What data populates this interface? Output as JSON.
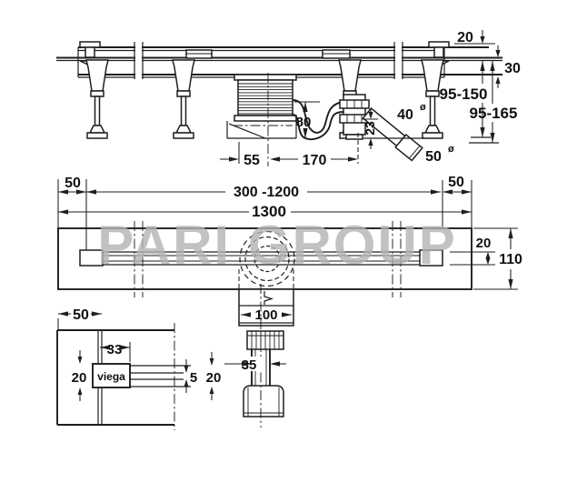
{
  "page": {
    "background": "#ffffff"
  },
  "drawing": {
    "watermark": "PARI GROUP",
    "diameter_symbol": "ø",
    "colors": {
      "line": "#1e1e1e",
      "text": "#111111",
      "watermark": "#b4b4b4"
    },
    "side_view": {
      "dims": {
        "top_offset": "20",
        "frame_height": "30",
        "height_range_grate": "95-150",
        "height_range_total": "95-165",
        "trap_height": "80",
        "outlet_clearance": "23",
        "outlet_diameter": "40",
        "pipe_diameter": "50",
        "drain_offset": "55",
        "trap_reach": "170"
      }
    },
    "plan_view": {
      "dims": {
        "end_margin_left": "50",
        "grate_length_range": "300 -1200",
        "total_length": "1300",
        "end_margin_right": "50",
        "slot_width": "20",
        "body_width": "110"
      }
    },
    "outlet_view": {
      "dims": {
        "outlet_body_width": "100",
        "outlet_pipe_width": "35"
      }
    },
    "detail_view": {
      "brand": "viega",
      "dims": {
        "wall_offset": "50",
        "grate_inset": "33",
        "profile_height_left": "20",
        "slot_gap": "5",
        "profile_height_right": "20"
      }
    }
  }
}
